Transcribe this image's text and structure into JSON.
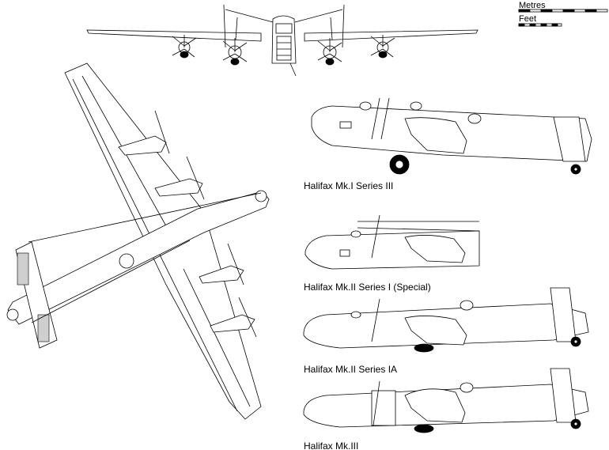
{
  "scale": {
    "metres_label": "Metres",
    "feet_label": "Feet"
  },
  "views": {
    "front": {},
    "plan": {},
    "side_1": {
      "caption": "Halifax Mk.I Series III"
    },
    "side_2": {
      "caption": "Halifax Mk.II Series I (Special)"
    },
    "side_3": {
      "caption": "Halifax Mk.II Series IA"
    },
    "side_4": {
      "caption": "Halifax Mk.III"
    }
  },
  "colors": {
    "line": "#000000",
    "background": "#ffffff"
  }
}
